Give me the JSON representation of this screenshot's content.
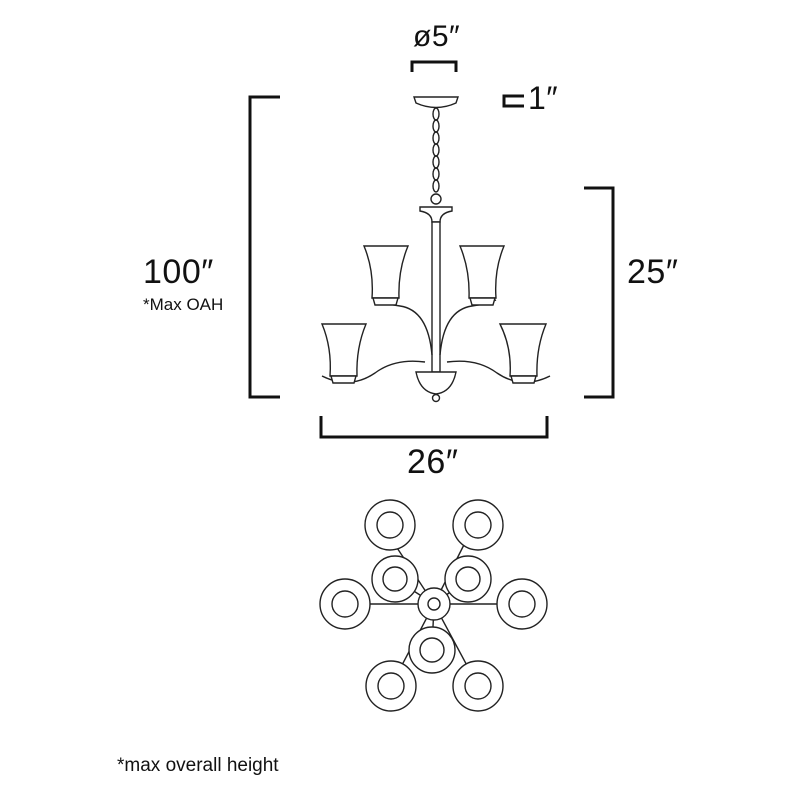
{
  "dimensions": {
    "canopy_diameter": "ø5″",
    "canopy_height": "1″",
    "overall_height": "100″",
    "overall_height_note": "*Max OAH",
    "fixture_height": "25″",
    "fixture_width": "26″"
  },
  "footnote": "*max overall height",
  "colors": {
    "line": "#222222",
    "dimension": "#111111",
    "background": "#ffffff"
  }
}
